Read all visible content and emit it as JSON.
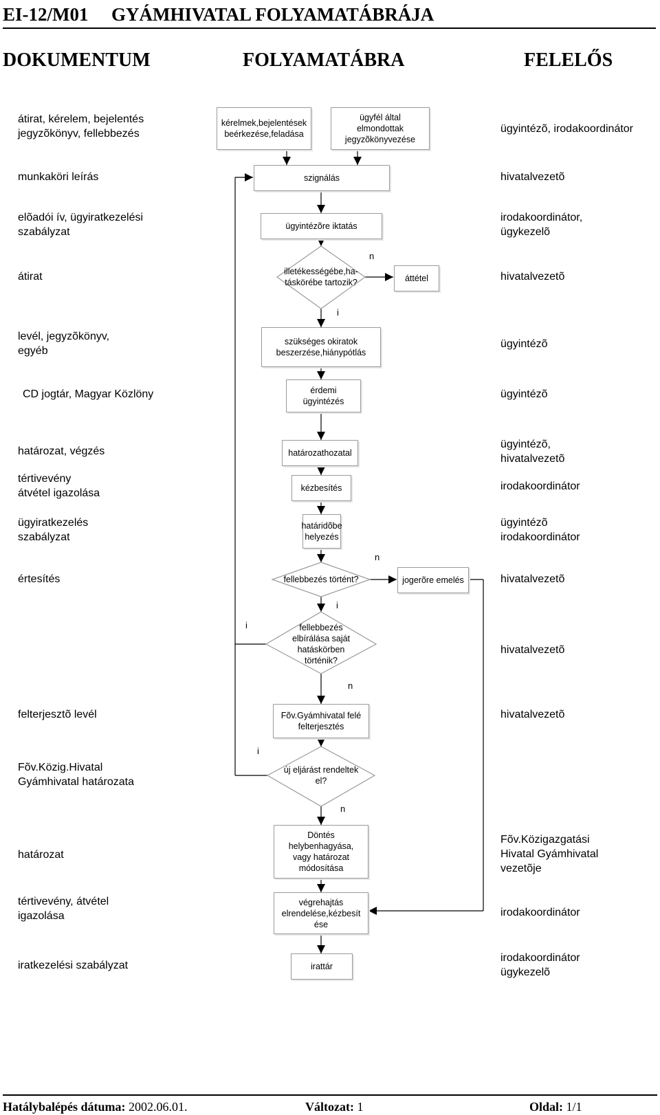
{
  "header": {
    "code": "EI-12/M01",
    "title": "GYÁMHIVATAL FOLYAMATÁBRÁJA"
  },
  "columns": {
    "document": "DOKUMENTUM",
    "flowchart": "FOLYAMATÁBRA",
    "responsible": "FELELŐS"
  },
  "documents": [
    "átirat, kérelem, bejelentés\njegyzõkönyv, fellebbezés",
    "munkaköri leírás",
    "elõadói ív, ügyiratkezelési\nszabályzat",
    "átirat",
    "levél, jegyzõkönyv,\negyéb",
    "CD jogtár, Magyar Közlöny",
    "határozat, végzés",
    "tértivevény\nátvétel igazolása",
    "ügyiratkezelés\n szabályzat",
    "értesítés",
    "felterjesztõ levél",
    "Fõv.Közig.Hivatal\nGyámhivatal határozata",
    "határozat",
    "tértivevény, átvétel\nigazolása",
    "iratkezelési szabályzat"
  ],
  "steps": {
    "intake": "kérelmek,bejelentések\nbeérkezése,feladása",
    "record": "ügyfél által\nelmondottak\njegyzõkönyvezése",
    "assign": "szignálás",
    "register": "ügyintézõre iktatás",
    "competence": "illetékességébe,ha-\ntáskörébe tartozik?",
    "transfer": "áttétel",
    "documents_collect": "szükséges okiratok\nbeszerzése,hiánypótlás",
    "merits": "érdemi\nügyintézés",
    "decision": "határozathozatal",
    "delivery": "kézbesítés",
    "deadline": "határidõbe\nhelyezés",
    "appeal_q": "fellebbezés történt?",
    "final": "jogerõre emelés",
    "own_q": "fellebbezés\nelbírálása saját\nhatáskörben\ntörténik?",
    "forward": "Fõv.Gyámhivatal felé\nfelterjesztés",
    "new_proc_q": "új eljárást rendeltek\nel?",
    "ruling": "Döntés\nhelybenhagyása,\nvagy határozat\nmódosítása",
    "execution": "végrehajtás\nelrendelése,kézbesít\nése",
    "archive": "irattár"
  },
  "branch_labels": {
    "yes": "i",
    "no": "n"
  },
  "responsibles": [
    "ügyintézõ, irodakoordinátor",
    "hivatalvezetõ",
    "irodakoordinátor,\nügykezelõ",
    "hivatalvezetõ",
    "ügyintézõ",
    "ügyintézõ",
    "ügyintézõ,\nhivatalvezetõ",
    "irodakoordinátor",
    "ügyintézõ\nirodakoordinátor",
    "hivatalvezetõ",
    "hivatalvezetõ",
    "hivatalvezetõ",
    "Fõv.Közigazgatási\nHivatal Gyámhivatal\nvezetõje",
    "irodakoordinátor",
    "irodakoordinátor\nügykezelõ"
  ],
  "footer": {
    "effective_label": "Hatálybalépés dátuma:",
    "effective_value": "2002.06.01.",
    "version_label": "Változat:",
    "version_value": "1",
    "page_label": "Oldal:",
    "page_value": "1/1"
  }
}
